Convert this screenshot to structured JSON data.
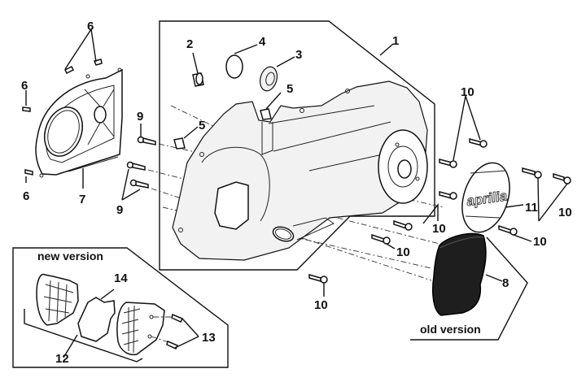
{
  "diagram": {
    "title": "Transmission cover (exploded parts view)",
    "brand_logo_text": "aprilia",
    "captions": {
      "new_version": "new version",
      "old_version": "old version"
    },
    "callouts": [
      {
        "id": "c1",
        "number": "1",
        "part": "transmission cover"
      },
      {
        "id": "c2",
        "number": "2",
        "part": "bushing"
      },
      {
        "id": "c3",
        "number": "3",
        "part": "oil seal"
      },
      {
        "id": "c4",
        "number": "4",
        "part": "circlip"
      },
      {
        "id": "c5a",
        "number": "5",
        "part": "dowel pin"
      },
      {
        "id": "c5b",
        "number": "5",
        "part": "dowel pin"
      },
      {
        "id": "c6a",
        "number": "6",
        "part": "screw"
      },
      {
        "id": "c6b",
        "number": "6",
        "part": "screw"
      },
      {
        "id": "c6c",
        "number": "6",
        "part": "screw"
      },
      {
        "id": "c7",
        "number": "7",
        "part": "inner cover plate"
      },
      {
        "id": "c8",
        "number": "8",
        "part": "air intake sleeve (old version)"
      },
      {
        "id": "c9a",
        "number": "9",
        "part": "screw"
      },
      {
        "id": "c9b",
        "number": "9",
        "part": "screw"
      },
      {
        "id": "c10a",
        "number": "10",
        "part": "screw"
      },
      {
        "id": "c10b",
        "number": "10",
        "part": "screw"
      },
      {
        "id": "c10c",
        "number": "10",
        "part": "screw"
      },
      {
        "id": "c10d",
        "number": "10",
        "part": "screw"
      },
      {
        "id": "c10e",
        "number": "10",
        "part": "screw"
      },
      {
        "id": "c10f",
        "number": "10",
        "part": "screw"
      },
      {
        "id": "c11",
        "number": "11",
        "part": "badge cap"
      },
      {
        "id": "c12",
        "number": "12",
        "part": "air intake assembly (new version)"
      },
      {
        "id": "c13",
        "number": "13",
        "part": "screw"
      },
      {
        "id": "c14",
        "number": "14",
        "part": "filter element"
      }
    ]
  }
}
